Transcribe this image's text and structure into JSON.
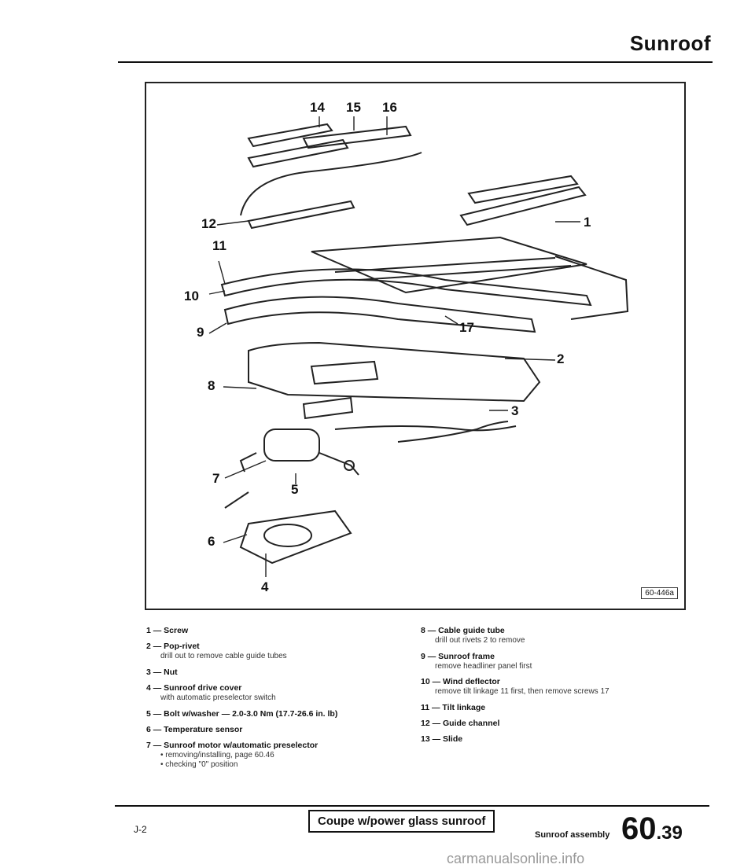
{
  "header": {
    "title": "Sunroof"
  },
  "diagram": {
    "figure_code": "60-446a",
    "callouts": [
      "1",
      "2",
      "3",
      "4",
      "5",
      "6",
      "7",
      "8",
      "9",
      "10",
      "11",
      "12",
      "14",
      "15",
      "16",
      "17"
    ]
  },
  "legend_left": [
    {
      "label": "1 — Screw",
      "sub": []
    },
    {
      "label": "2 — Pop-rivet",
      "sub": [
        "drill out to remove cable guide tubes"
      ]
    },
    {
      "label": "3 — Nut",
      "sub": []
    },
    {
      "label": "4 — Sunroof drive cover",
      "sub": [
        "with automatic preselector switch"
      ]
    },
    {
      "label": "5 — Bolt w/washer — 2.0-3.0 Nm (17.7-26.6 in. lb)",
      "sub": []
    },
    {
      "label": "6 — Temperature sensor",
      "sub": []
    },
    {
      "label": "7 — Sunroof motor w/automatic preselector",
      "sub": [
        "• removing/installing, page 60.46",
        "• checking \"0\" position"
      ]
    }
  ],
  "legend_right": [
    {
      "label": "8 — Cable guide tube",
      "sub": [
        "drill out rivets 2 to remove"
      ]
    },
    {
      "label": "9 — Sunroof frame",
      "sub": [
        "remove headliner panel first"
      ]
    },
    {
      "label": "10 — Wind deflector",
      "sub": [
        "remove tilt linkage 11 first, then remove screws 17"
      ]
    },
    {
      "label": "11 — Tilt linkage",
      "sub": []
    },
    {
      "label": "12 — Guide channel",
      "sub": []
    },
    {
      "label": "13 — Slide",
      "sub": []
    }
  ],
  "footer": {
    "page_ref": "J-2",
    "model_box": "Coupe w/power glass sunroof",
    "section_label": "Sunroof assembly",
    "section_major": "60",
    "section_minor": ".39",
    "watermark": "carmanualsonline.info"
  }
}
